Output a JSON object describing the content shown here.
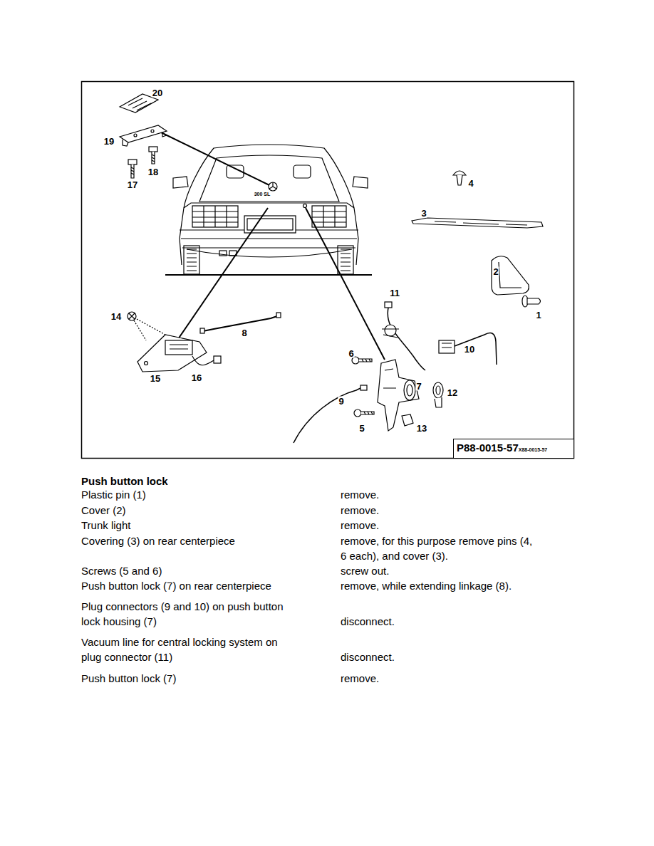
{
  "diagram": {
    "title": "Push button lock",
    "nodes": [
      {
        "text": [
          "P88-0015-57",
          "X88-0015-57"
        ]
      }
    ],
    "labels": [
      "20",
      "19",
      "18",
      "17",
      "300 SL",
      "4",
      "3",
      "2",
      "1",
      "11",
      "14",
      "8",
      "10",
      "6",
      "7",
      "12",
      "9",
      "5",
      "13",
      "15",
      "16",
      "Plastic pin (1)",
      "remove.",
      "Cover (2)",
      "remove.",
      "Trunk light",
      "remove.",
      "Covering (3) on rear centerpiece",
      "remove, for this purpose remove pins (4, 6 each), and cover (3).",
      "Screws (5 and 6)",
      "screw out.",
      "Push button lock (7) on rear centerpiece",
      "remove, while extending linkage (8).",
      "Plug connectors (9 and 10) on push button lock housing (7)",
      "disconnect.",
      "Vacuum line for central locking system on plug connector (11)",
      "disconnect.",
      "Push button lock (7)",
      "remove."
    ]
  }
}
